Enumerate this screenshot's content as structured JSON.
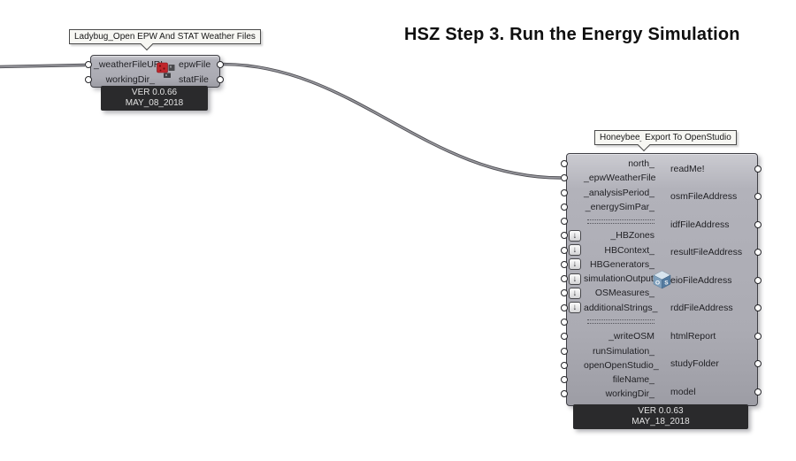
{
  "page_title": "HSZ Step 3. Run the Energy Simulation",
  "colors": {
    "canvas_bg": "#ffffff",
    "component_body": "#ababb3",
    "component_border": "#3f3f45",
    "version_bg": "#2a2a2c",
    "version_text": "#e3e3e3",
    "wire_outer": "#4f4f54",
    "wire_inner": "#9b9ba1",
    "label_text": "#1f1f23",
    "tooltip_bg": "#f7f7f3",
    "tooltip_border": "#4b4b4b",
    "ladybug_red": "#c0262c",
    "openstudio_blue": "#537ba0"
  },
  "components": [
    {
      "key": "ladybug-open-epw",
      "tooltip": "Ladybug_Open EPW And STAT Weather Files",
      "icon": "ladybug-icon",
      "inputs": [
        {
          "label": "_weatherFileURL"
        },
        {
          "label": "workingDir_"
        }
      ],
      "outputs": [
        {
          "label": "epwFile"
        },
        {
          "label": "statFile"
        }
      ],
      "version_line1": "VER 0.0.66",
      "version_line2": "MAY_08_2018"
    },
    {
      "key": "honeybee-export-to-openstudio",
      "tooltip": "Honeybee_Export To OpenStudio",
      "icon": "openstudio-icon",
      "inputs": [
        {
          "label": "north_"
        },
        {
          "label": "_epwWeatherFile"
        },
        {
          "label": "_analysisPeriod_"
        },
        {
          "label": "_energySimPar_"
        },
        {
          "divider": true
        },
        {
          "label": "_HBZones",
          "button": true
        },
        {
          "label": "HBContext_",
          "button": true
        },
        {
          "label": "HBGenerators_",
          "button": true
        },
        {
          "label": "simulationOutputs_",
          "button": true
        },
        {
          "label": "OSMeasures_",
          "button": true
        },
        {
          "label": "additionalStrings_",
          "button": true
        },
        {
          "divider": true
        },
        {
          "label": "_writeOSM"
        },
        {
          "label": "runSimulation_"
        },
        {
          "label": "openOpenStudio_"
        },
        {
          "label": "fileName_"
        },
        {
          "label": "workingDir_"
        }
      ],
      "outputs": [
        {
          "label": "readMe!"
        },
        {
          "label": "osmFileAddress"
        },
        {
          "label": "idfFileAddress"
        },
        {
          "label": "resultFileAddress"
        },
        {
          "label": "eioFileAddress"
        },
        {
          "label": "rddFileAddress"
        },
        {
          "label": "htmlReport"
        },
        {
          "label": "studyFolder"
        },
        {
          "label": "model"
        }
      ],
      "version_line1": "VER 0.0.63",
      "version_line2": "MAY_18_2018"
    }
  ],
  "wires": [
    {
      "name": "wire-canvas-edge-to-weatherFileURL",
      "from": "canvas-left-edge",
      "to": "ladybug._weatherFileURL"
    },
    {
      "name": "wire-epwFile-to-epwWeatherFile",
      "from": "ladybug.epwFile",
      "to": "honeybee._epwWeatherFile"
    }
  ]
}
